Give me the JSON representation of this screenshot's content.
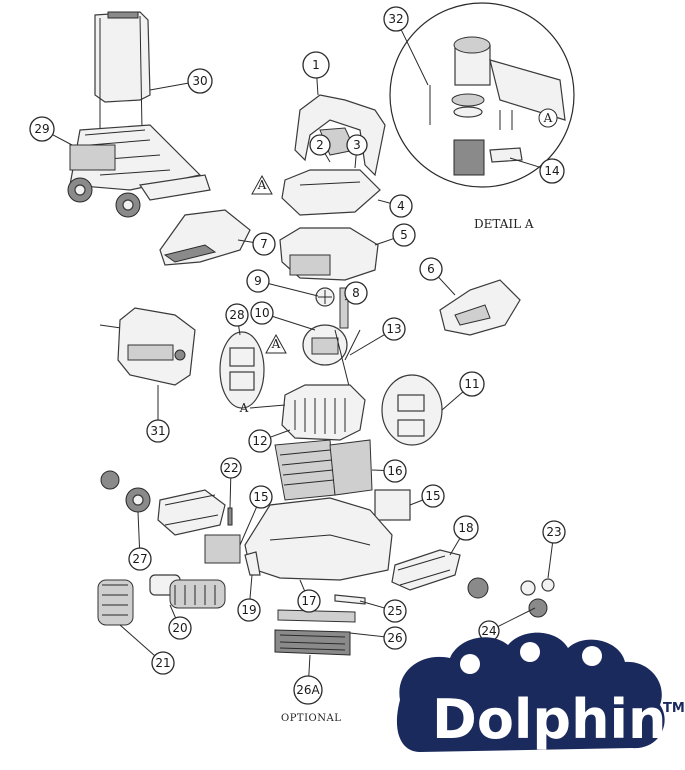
{
  "diagram": {
    "detail_title": "DETAIL A",
    "optional_label": "OPTIONAL",
    "a_marker": "A",
    "callouts": [
      {
        "id": "1"
      },
      {
        "id": "2"
      },
      {
        "id": "3"
      },
      {
        "id": "4"
      },
      {
        "id": "5"
      },
      {
        "id": "6"
      },
      {
        "id": "7"
      },
      {
        "id": "8"
      },
      {
        "id": "9"
      },
      {
        "id": "10"
      },
      {
        "id": "11"
      },
      {
        "id": "12"
      },
      {
        "id": "13"
      },
      {
        "id": "14"
      },
      {
        "id": "15"
      },
      {
        "id": "15"
      },
      {
        "id": "16"
      },
      {
        "id": "17"
      },
      {
        "id": "18"
      },
      {
        "id": "19"
      },
      {
        "id": "20"
      },
      {
        "id": "21"
      },
      {
        "id": "22"
      },
      {
        "id": "23"
      },
      {
        "id": "24"
      },
      {
        "id": "25"
      },
      {
        "id": "26"
      },
      {
        "id": "26A"
      },
      {
        "id": "27"
      },
      {
        "id": "28"
      },
      {
        "id": "29"
      },
      {
        "id": "30"
      },
      {
        "id": "31"
      },
      {
        "id": "32"
      }
    ]
  },
  "brand": {
    "logo_text": "Dolphin",
    "trademark": "TM",
    "logo_color": "#1b2a5c"
  }
}
